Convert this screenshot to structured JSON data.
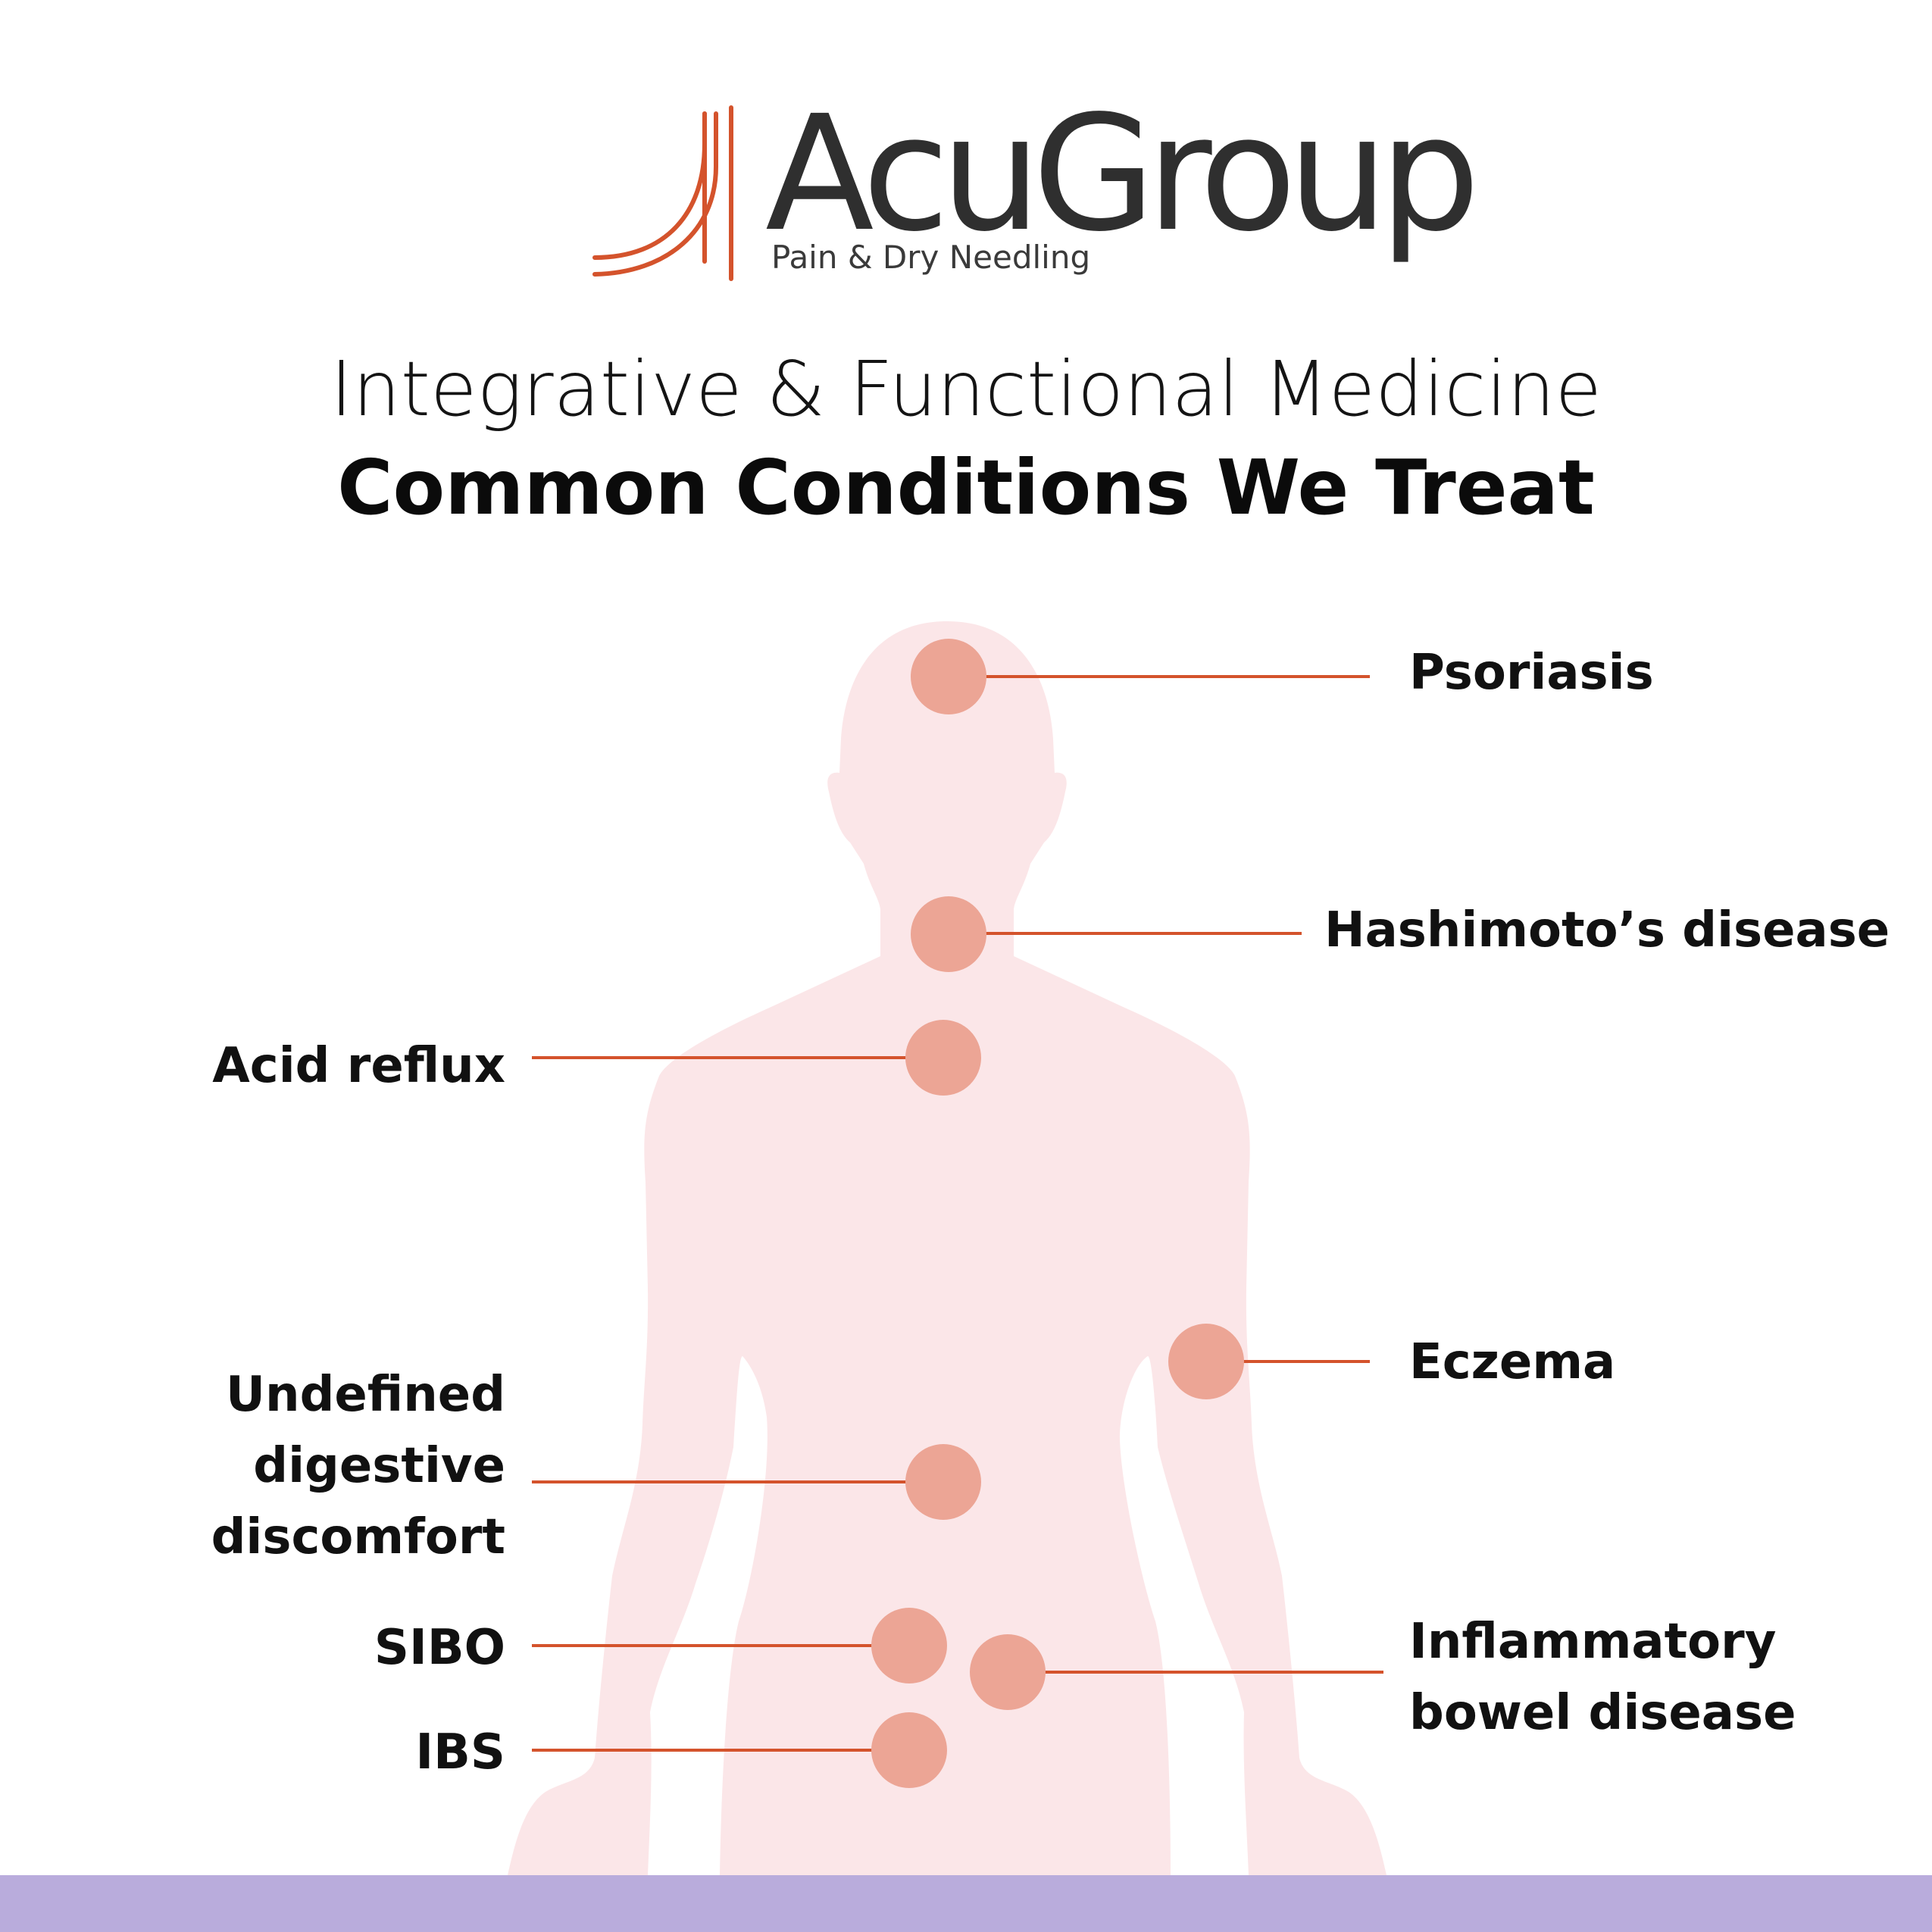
{
  "brand": {
    "name": "AcuGroup",
    "tagline": "Pain & Dry Needling",
    "logo_icon": "needle-lines-icon",
    "accent_color": "#d4532c",
    "text_color": "#2f2f2f"
  },
  "heading": {
    "subtitle": "Integrative & Functional Medicine",
    "title": "Common Conditions We Treat"
  },
  "figure": {
    "body_color": "#fbe6e8",
    "dot_color": "#eca595",
    "line_color": "#d4532c"
  },
  "conditions": {
    "psoriasis": "Psoriasis",
    "hashimoto": "Hashimoto’s disease",
    "acid_reflux": "Acid reflux",
    "eczema": "Eczema",
    "digestive": [
      "Undefined",
      "digestive",
      "discomfort"
    ],
    "sibo": "SIBO",
    "ibs": "IBS",
    "ibd": [
      "Inflammatory",
      "bowel disease"
    ]
  },
  "footer": {
    "bar_color": "#b9acdc"
  }
}
